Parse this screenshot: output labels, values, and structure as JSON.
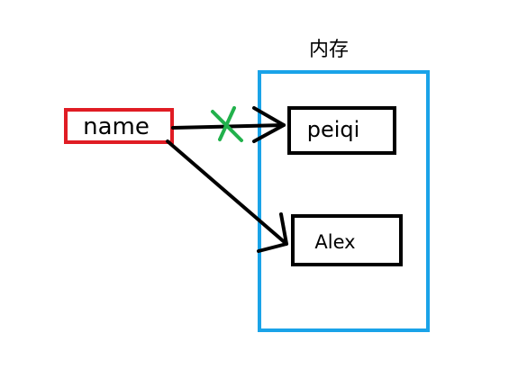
{
  "memory": {
    "label": "内存"
  },
  "variable": {
    "name": "name"
  },
  "values": [
    {
      "text": "peiqi",
      "status": "old-reference-removed"
    },
    {
      "text": "Alex",
      "status": "current-reference"
    }
  ],
  "colors": {
    "memory_border": "#1aa3e8",
    "variable_border": "#e01c24",
    "value_border": "#000000",
    "arrow": "#000000",
    "cross_mark": "#22b14c"
  }
}
